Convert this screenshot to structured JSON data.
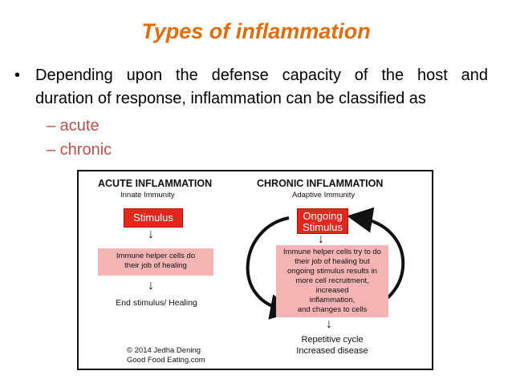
{
  "title": "Types of inflammation",
  "bullet": {
    "line1": "Depending upon the defense capacity of the host and",
    "line2": "duration of response, inflammation can be classified as"
  },
  "subitems": [
    "– acute",
    "– chronic"
  ],
  "figure": {
    "acute": {
      "title": "ACUTE INFLAMMATION",
      "subtitle": "Innate Immunity",
      "stimulus": "Stimulus",
      "helper_line1": "Immune helper cells do",
      "helper_line2": "their job of healing",
      "end": "End stimulus/ Healing"
    },
    "chronic": {
      "title": "CHRONIC INFLAMMATION",
      "subtitle": "Adaptive Immunity",
      "stimulus_line1": "Ongoing",
      "stimulus_line2": "Stimulus",
      "helper_lines": [
        "Immune helper cells try to do",
        "their job of healing but",
        "ongoing stimulus results in",
        "more cell recruitment,",
        "increased",
        "inflammation,",
        "and changes to cells"
      ],
      "result_line1": "Repetitive cycle",
      "result_line2": "Increased disease"
    },
    "credit_line1": "© 2014 Jedha Dening",
    "credit_line2": "Good Food Eating.com"
  },
  "colors": {
    "title": "#e36c0a",
    "subitem": "#c0504d",
    "stimulus_red": "#e4271d",
    "pink": "#f4b4b4"
  }
}
